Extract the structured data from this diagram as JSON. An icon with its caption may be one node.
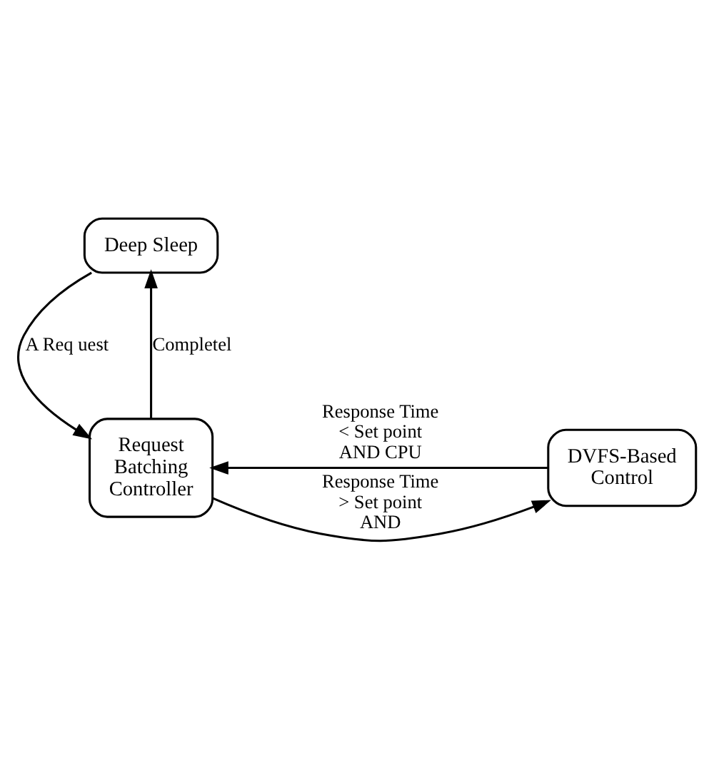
{
  "diagram": {
    "nodes": [
      {
        "text": [
          "Deep Sleep"
        ]
      },
      {
        "text": [
          "DVFS-Based Control"
        ]
      },
      {
        "text": [
          "Request Batching Controller"
        ]
      }
    ],
    "edges": [
      {
        "from": 2,
        "to": 0,
        "arrow": "to",
        "label": "Completel"
      },
      {
        "from": 0,
        "to": 2,
        "arrow": "to",
        "label": "A Req uest"
      },
      {
        "from": 1,
        "to": 2,
        "arrow": "to",
        "label": "Response Time < Set point AND CPU"
      },
      {
        "from": 2,
        "to": 1,
        "arrow": "to",
        "label": "Response Time > Set point AND"
      }
    ]
  }
}
